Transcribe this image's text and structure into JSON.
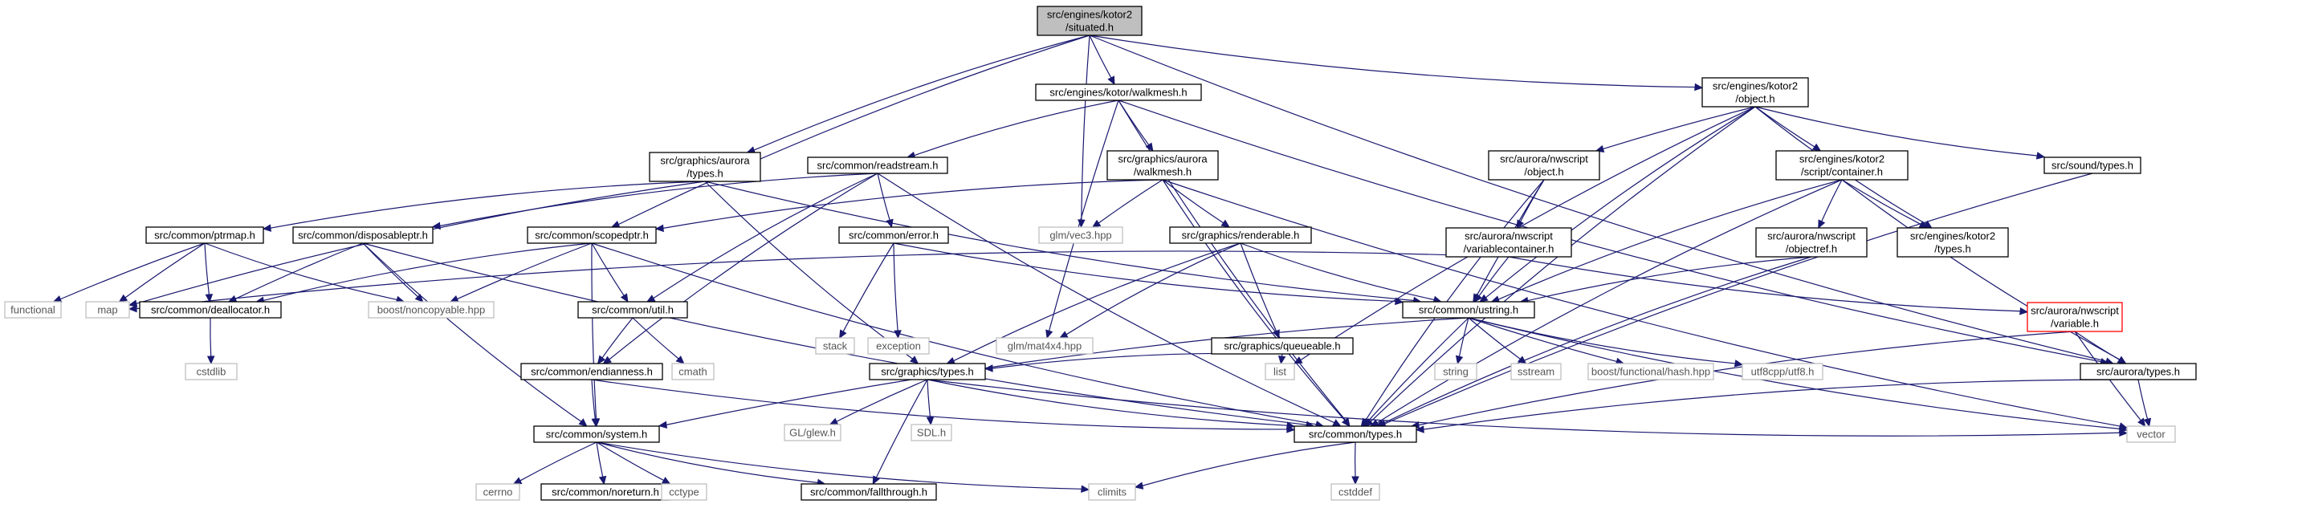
{
  "nodes": {
    "situated": {
      "lines": [
        "src/engines/kotor2",
        "/situated.h"
      ],
      "kind": "root"
    },
    "aurora_types": {
      "lines": [
        "src/graphics/aurora",
        "/types.h"
      ],
      "kind": "file"
    },
    "walkmesh_k": {
      "lines": [
        "src/engines/kotor/walkmesh.h"
      ],
      "kind": "file"
    },
    "object_k2": {
      "lines": [
        "src/engines/kotor2",
        "/object.h"
      ],
      "kind": "file"
    },
    "readstream": {
      "lines": [
        "src/common/readstream.h"
      ],
      "kind": "file"
    },
    "g_walkmesh": {
      "lines": [
        "src/graphics/aurora",
        "/walkmesh.h"
      ],
      "kind": "file"
    },
    "nws_object": {
      "lines": [
        "src/aurora/nwscript",
        "/object.h"
      ],
      "kind": "file"
    },
    "container": {
      "lines": [
        "src/engines/kotor2",
        "/script/container.h"
      ],
      "kind": "file"
    },
    "sound_types": {
      "lines": [
        "src/sound/types.h"
      ],
      "kind": "file"
    },
    "ptrmap": {
      "lines": [
        "src/common/ptrmap.h"
      ],
      "kind": "file"
    },
    "disposableptr": {
      "lines": [
        "src/common/disposableptr.h"
      ],
      "kind": "file"
    },
    "scopedptr": {
      "lines": [
        "src/common/scopedptr.h"
      ],
      "kind": "file"
    },
    "error": {
      "lines": [
        "src/common/error.h"
      ],
      "kind": "file"
    },
    "glm_vec3": {
      "lines": [
        "glm/vec3.hpp"
      ],
      "kind": "sys"
    },
    "renderable": {
      "lines": [
        "src/graphics/renderable.h"
      ],
      "kind": "file"
    },
    "varcontainer": {
      "lines": [
        "src/aurora/nwscript",
        "/variablecontainer.h"
      ],
      "kind": "file"
    },
    "objectref": {
      "lines": [
        "src/aurora/nwscript",
        "/objectref.h"
      ],
      "kind": "file"
    },
    "k2_types": {
      "lines": [
        "src/engines/kotor2",
        "/types.h"
      ],
      "kind": "file"
    },
    "functional": {
      "lines": [
        "functional"
      ],
      "kind": "sys"
    },
    "map": {
      "lines": [
        "map"
      ],
      "kind": "sys"
    },
    "deallocator": {
      "lines": [
        "src/common/deallocator.h"
      ],
      "kind": "file"
    },
    "noncopyable": {
      "lines": [
        "boost/noncopyable.hpp"
      ],
      "kind": "sys"
    },
    "util": {
      "lines": [
        "src/common/util.h"
      ],
      "kind": "file"
    },
    "stack": {
      "lines": [
        "stack"
      ],
      "kind": "sys"
    },
    "exception": {
      "lines": [
        "exception"
      ],
      "kind": "sys"
    },
    "glm_mat4": {
      "lines": [
        "glm/mat4x4.hpp"
      ],
      "kind": "sys"
    },
    "queueable": {
      "lines": [
        "src/graphics/queueable.h"
      ],
      "kind": "file"
    },
    "ustring": {
      "lines": [
        "src/common/ustring.h"
      ],
      "kind": "file"
    },
    "variable": {
      "lines": [
        "src/aurora/nwscript",
        "/variable.h"
      ],
      "kind": "trunc"
    },
    "cstdlib": {
      "lines": [
        "cstdlib"
      ],
      "kind": "sys"
    },
    "cmath": {
      "lines": [
        "cmath"
      ],
      "kind": "sys"
    },
    "endianness": {
      "lines": [
        "src/common/endianness.h"
      ],
      "kind": "file"
    },
    "gfx_types": {
      "lines": [
        "src/graphics/types.h"
      ],
      "kind": "file"
    },
    "list": {
      "lines": [
        "list"
      ],
      "kind": "sys"
    },
    "string": {
      "lines": [
        "string"
      ],
      "kind": "sys"
    },
    "sstream": {
      "lines": [
        "sstream"
      ],
      "kind": "sys"
    },
    "boost_hash": {
      "lines": [
        "boost/functional/hash.hpp"
      ],
      "kind": "sys"
    },
    "utf8": {
      "lines": [
        "utf8cpp/utf8.h"
      ],
      "kind": "sys"
    },
    "a_types": {
      "lines": [
        "src/aurora/types.h"
      ],
      "kind": "file"
    },
    "glew": {
      "lines": [
        "GL/glew.h"
      ],
      "kind": "sys"
    },
    "sdl": {
      "lines": [
        "SDL.h"
      ],
      "kind": "sys"
    },
    "system": {
      "lines": [
        "src/common/system.h"
      ],
      "kind": "file"
    },
    "c_types": {
      "lines": [
        "src/common/types.h"
      ],
      "kind": "file"
    },
    "vector": {
      "lines": [
        "vector"
      ],
      "kind": "sys"
    },
    "cerrno": {
      "lines": [
        "cerrno"
      ],
      "kind": "sys"
    },
    "noreturn": {
      "lines": [
        "src/common/noreturn.h"
      ],
      "kind": "file"
    },
    "cctype": {
      "lines": [
        "cctype"
      ],
      "kind": "sys"
    },
    "fallthrough": {
      "lines": [
        "src/common/fallthrough.h"
      ],
      "kind": "file"
    },
    "climits": {
      "lines": [
        "climits"
      ],
      "kind": "sys"
    },
    "cstddef": {
      "lines": [
        "cstddef"
      ],
      "kind": "sys"
    }
  },
  "edges": [
    [
      "situated",
      "aurora_types"
    ],
    [
      "situated",
      "walkmesh_k"
    ],
    [
      "situated",
      "object_k2"
    ],
    [
      "situated",
      "scopedptr"
    ],
    [
      "situated",
      "glm_vec3"
    ],
    [
      "situated",
      "a_types"
    ],
    [
      "walkmesh_k",
      "readstream"
    ],
    [
      "walkmesh_k",
      "g_walkmesh"
    ],
    [
      "walkmesh_k",
      "glm_mat4"
    ],
    [
      "walkmesh_k",
      "c_types"
    ],
    [
      "walkmesh_k",
      "a_types"
    ],
    [
      "object_k2",
      "nws_object"
    ],
    [
      "object_k2",
      "container"
    ],
    [
      "object_k2",
      "sound_types"
    ],
    [
      "object_k2",
      "k2_types"
    ],
    [
      "object_k2",
      "list"
    ],
    [
      "object_k2",
      "ustring"
    ],
    [
      "object_k2",
      "c_types"
    ],
    [
      "aurora_types",
      "ptrmap"
    ],
    [
      "aurora_types",
      "map"
    ],
    [
      "aurora_types",
      "gfx_types"
    ],
    [
      "aurora_types",
      "ustring"
    ],
    [
      "readstream",
      "disposableptr"
    ],
    [
      "readstream",
      "error"
    ],
    [
      "readstream",
      "util"
    ],
    [
      "readstream",
      "endianness"
    ],
    [
      "readstream",
      "c_types"
    ],
    [
      "g_walkmesh",
      "glm_vec3"
    ],
    [
      "g_walkmesh",
      "renderable"
    ],
    [
      "g_walkmesh",
      "scopedptr"
    ],
    [
      "g_walkmesh",
      "c_types"
    ],
    [
      "g_walkmesh",
      "vector"
    ],
    [
      "nws_object",
      "varcontainer"
    ],
    [
      "nws_object",
      "ustring"
    ],
    [
      "nws_object",
      "c_types"
    ],
    [
      "container",
      "objectref"
    ],
    [
      "container",
      "k2_types"
    ],
    [
      "container",
      "ustring"
    ],
    [
      "container",
      "c_types"
    ],
    [
      "container",
      "a_types"
    ],
    [
      "sound_types",
      "c_types"
    ],
    [
      "ptrmap",
      "functional"
    ],
    [
      "ptrmap",
      "map"
    ],
    [
      "ptrmap",
      "deallocator"
    ],
    [
      "ptrmap",
      "noncopyable"
    ],
    [
      "disposableptr",
      "deallocator"
    ],
    [
      "disposableptr",
      "noncopyable"
    ],
    [
      "disposableptr",
      "system"
    ],
    [
      "disposableptr",
      "c_types"
    ],
    [
      "scopedptr",
      "deallocator"
    ],
    [
      "scopedptr",
      "noncopyable"
    ],
    [
      "scopedptr",
      "util"
    ],
    [
      "scopedptr",
      "system"
    ],
    [
      "scopedptr",
      "c_types"
    ],
    [
      "error",
      "stack"
    ],
    [
      "error",
      "exception"
    ],
    [
      "error",
      "ustring"
    ],
    [
      "renderable",
      "glm_mat4"
    ],
    [
      "renderable",
      "queueable"
    ],
    [
      "renderable",
      "gfx_types"
    ],
    [
      "renderable",
      "ustring"
    ],
    [
      "varcontainer",
      "map"
    ],
    [
      "varcontainer",
      "ustring"
    ],
    [
      "varcontainer",
      "variable"
    ],
    [
      "objectref",
      "ustring"
    ],
    [
      "objectref",
      "c_types"
    ],
    [
      "deallocator",
      "cstdlib"
    ],
    [
      "util",
      "cmath"
    ],
    [
      "util",
      "endianness"
    ],
    [
      "queueable",
      "list"
    ],
    [
      "queueable",
      "gfx_types"
    ],
    [
      "ustring",
      "string"
    ],
    [
      "ustring",
      "sstream"
    ],
    [
      "ustring",
      "boost_hash"
    ],
    [
      "ustring",
      "utf8"
    ],
    [
      "ustring",
      "system"
    ],
    [
      "ustring",
      "c_types"
    ],
    [
      "ustring",
      "vector"
    ],
    [
      "variable",
      "a_types"
    ],
    [
      "variable",
      "c_types"
    ],
    [
      "variable",
      "vector"
    ],
    [
      "endianness",
      "system"
    ],
    [
      "endianness",
      "c_types"
    ],
    [
      "gfx_types",
      "glew"
    ],
    [
      "gfx_types",
      "sdl"
    ],
    [
      "gfx_types",
      "fallthrough"
    ],
    [
      "gfx_types",
      "c_types"
    ],
    [
      "gfx_types",
      "vector"
    ],
    [
      "a_types",
      "c_types"
    ],
    [
      "a_types",
      "vector"
    ],
    [
      "system",
      "cerrno"
    ],
    [
      "system",
      "noreturn"
    ],
    [
      "system",
      "cctype"
    ],
    [
      "system",
      "fallthrough"
    ],
    [
      "system",
      "climits"
    ],
    [
      "c_types",
      "climits"
    ],
    [
      "c_types",
      "cstddef"
    ]
  ]
}
